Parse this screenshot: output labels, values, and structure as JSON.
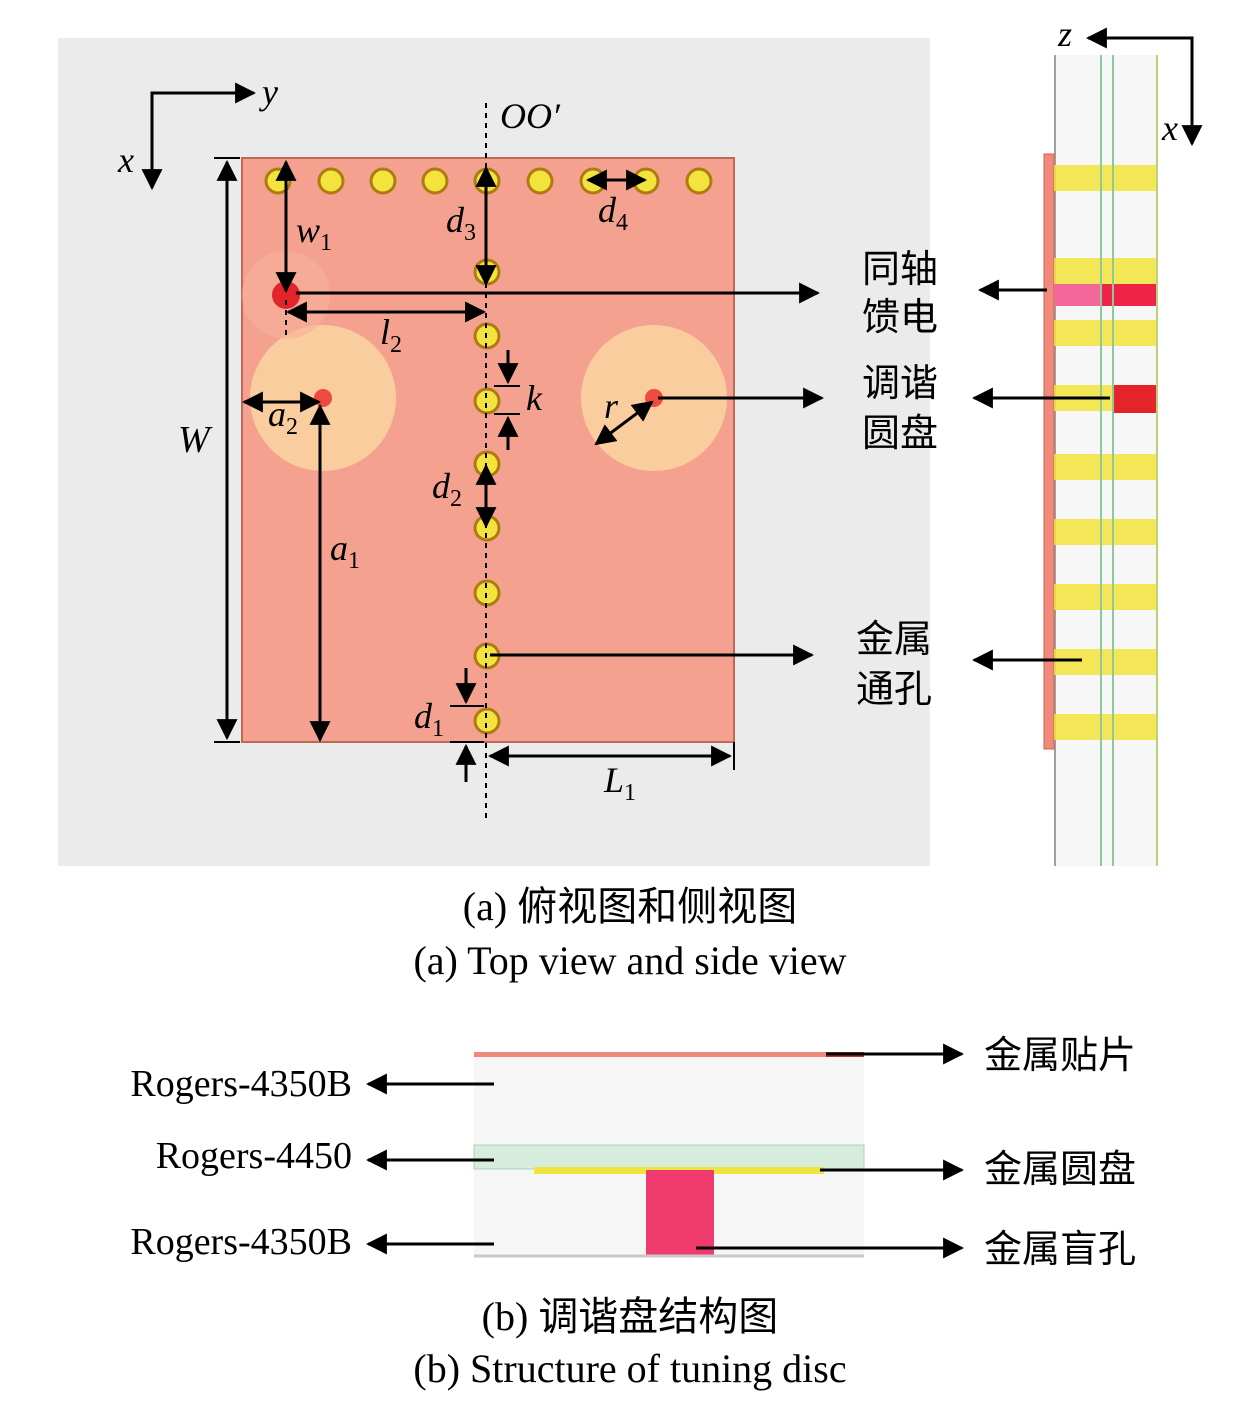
{
  "figure_a": {
    "axes_top": {
      "x": "x",
      "y": "y"
    },
    "axes_side": {
      "z": "z",
      "x": "x"
    },
    "symmetry_axis": "OO′",
    "dims": {
      "W": "W",
      "w1": "w",
      "w1_sub": "1",
      "l2": "l",
      "l2_sub": "2",
      "a1": "a",
      "a1_sub": "1",
      "a2": "a",
      "a2_sub": "2",
      "d1": "d",
      "d1_sub": "1",
      "d2": "d",
      "d2_sub": "2",
      "d3": "d",
      "d3_sub": "3",
      "d4": "d",
      "d4_sub": "4",
      "k": "k",
      "r": "r",
      "L1": "L",
      "L1_sub": "1"
    },
    "callouts": {
      "coax_feed": [
        "同轴",
        "馈电"
      ],
      "tuning_disc": [
        "调谐",
        "圆盘"
      ],
      "metal_via": [
        "金属",
        "通孔"
      ]
    },
    "caption_cn": "(a) 俯视图和侧视图",
    "caption_en": "(a) Top view and side view"
  },
  "figure_b": {
    "layers_left": [
      "Rogers-4350B",
      "Rogers-4450",
      "Rogers-4350B"
    ],
    "labels_right": [
      "金属贴片",
      "金属圆盘",
      "金属盲孔"
    ],
    "caption_cn": "(b) 调谐盘结构图",
    "caption_en": "(b) Structure of tuning disc"
  },
  "colors": {
    "background_panel": "#ebebeb",
    "patch": "#f4a28f",
    "via": "#f2e43c",
    "disc": "#fbd2a0",
    "feed": "#e3242b",
    "blind_via": "#f03b6e",
    "substrate_4450": "#d6ecdc"
  }
}
